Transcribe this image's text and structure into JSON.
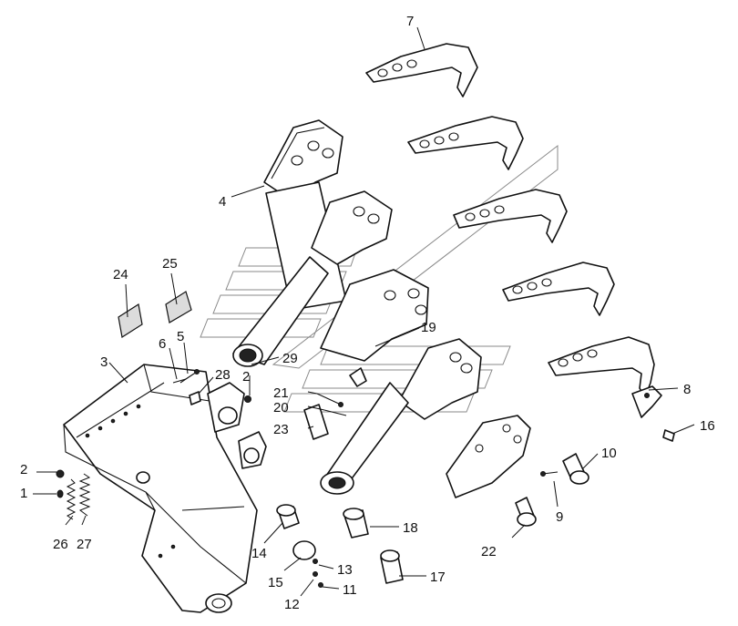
{
  "callouts": {
    "c1": "1",
    "c2": "2",
    "c3": "3",
    "c4": "4",
    "c5": "5",
    "c6": "6",
    "c7": "7",
    "c8": "8",
    "c9": "9",
    "c10": "10",
    "c11": "11",
    "c12": "12",
    "c13": "13",
    "c14": "14",
    "c15": "15",
    "c16": "16",
    "c17": "17",
    "c18": "18",
    "c19": "19",
    "c20": "20",
    "c21": "21",
    "c22": "22",
    "c23": "23",
    "c24": "24",
    "c25": "25",
    "c26": "26",
    "c27": "27",
    "c28": "28",
    "c29": "29",
    "c2b": "2"
  },
  "colors": {
    "line": "#111111",
    "watermark": "#8a8a8a",
    "background": "#ffffff"
  }
}
